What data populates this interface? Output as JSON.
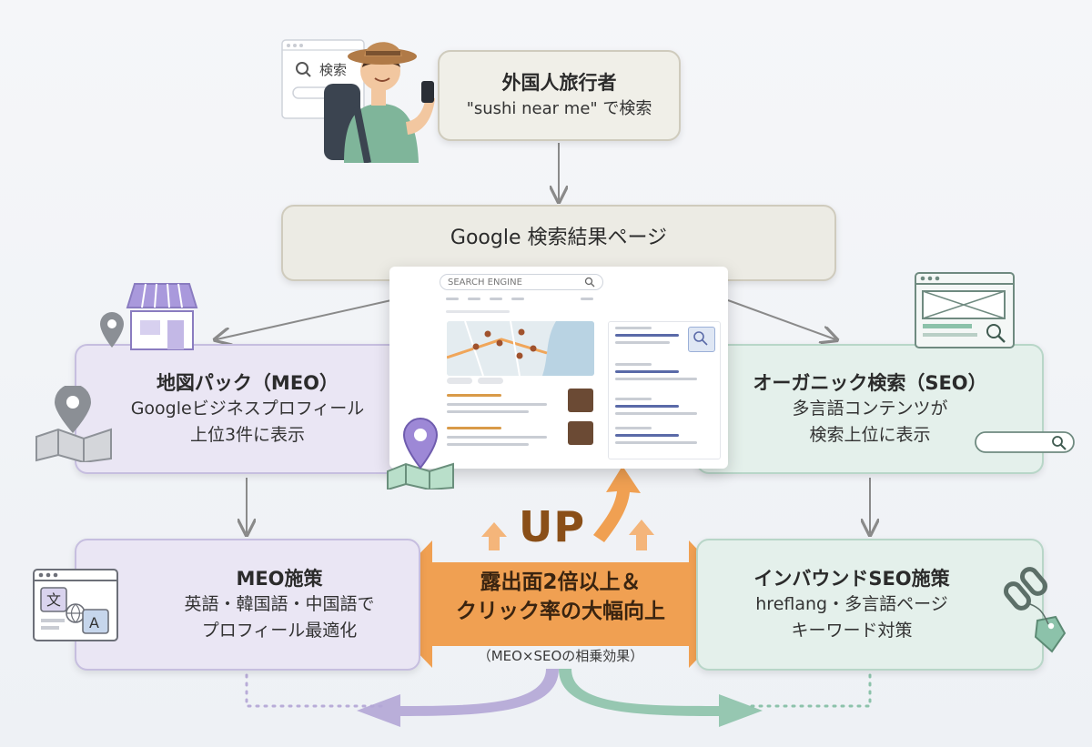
{
  "traveler": {
    "title": "外国人旅行者",
    "subtitle": "\"sushi near me\" で検索",
    "search_label": "検索"
  },
  "google": {
    "title": "Google 検索結果ページ",
    "serp_search_placeholder": "SEARCH ENGINE"
  },
  "meo_pack": {
    "title": "地図パック（MEO）",
    "line1": "Googleビジネスプロフィール",
    "line2": "上位3件に表示"
  },
  "seo_organic": {
    "title": "オーガニック検索（SEO）",
    "line1": "多言語コンテンツが",
    "line2": "検索上位に表示"
  },
  "meo_measures": {
    "title": "MEO施策",
    "line1": "英語・韓国語・中国語で",
    "line2": "プロフィール最適化"
  },
  "seo_measures": {
    "title": "インバウンドSEO施策",
    "line1": "hreflang・多言語ページ",
    "line2": "キーワード対策"
  },
  "center": {
    "up": "UP",
    "line1": "露出面2倍以上＆",
    "line2": "クリック率の大幅向上",
    "note": "（MEO×SEOの相乗効果）"
  },
  "colors": {
    "orange": "#f0a052",
    "purple": "#b2a6d6",
    "green": "#8cc2aa",
    "arrow": "#8a8a8a"
  },
  "icons": [
    "person-traveler-icon",
    "browser-search-icon",
    "store-icon",
    "map-pin-icon",
    "map-icon",
    "webpage-icon",
    "search-bar-icon",
    "translate-icon",
    "link-tag-icon",
    "up-arrow-icon"
  ]
}
